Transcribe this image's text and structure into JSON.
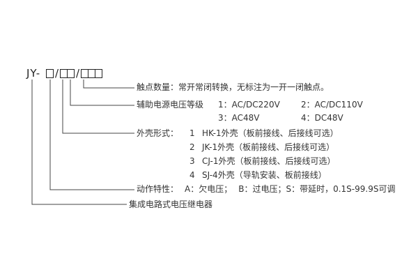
{
  "model_code": {
    "prefix": "JY-",
    "separator": "/",
    "display": "JY-□/□□/□□□"
  },
  "annotations": {
    "contact_count": "触点数量：常开常闭转换，无标注为一开一闭触点。",
    "aux_supply": {
      "title": "辅助电源电压等级",
      "options": [
        "1：AC/DC220V",
        "2：AC/DC110V",
        "3：AC48V",
        "4：DC48V"
      ]
    },
    "case_type": {
      "title": "外壳形式：",
      "options": [
        {
          "num": "1",
          "text": "HK-1外壳（板前接线、后接线可选）"
        },
        {
          "num": "2",
          "text": "JK-1外壳（板前接线、后接线可选）"
        },
        {
          "num": "3",
          "text": "CJ-1外壳（板前接线、后接线可选）"
        },
        {
          "num": "4",
          "text": "SJ-4外壳（导轨安装、板前接线）"
        }
      ]
    },
    "action": {
      "title": "动作特性：",
      "options": [
        "A：欠电压；",
        "B：过电压；",
        "S：带延时，0.1S-99.9S可调"
      ]
    },
    "product_name": "集成电路式电压继电器"
  },
  "colors": {
    "text": "#333333",
    "line": "#444444",
    "background": "#ffffff"
  }
}
